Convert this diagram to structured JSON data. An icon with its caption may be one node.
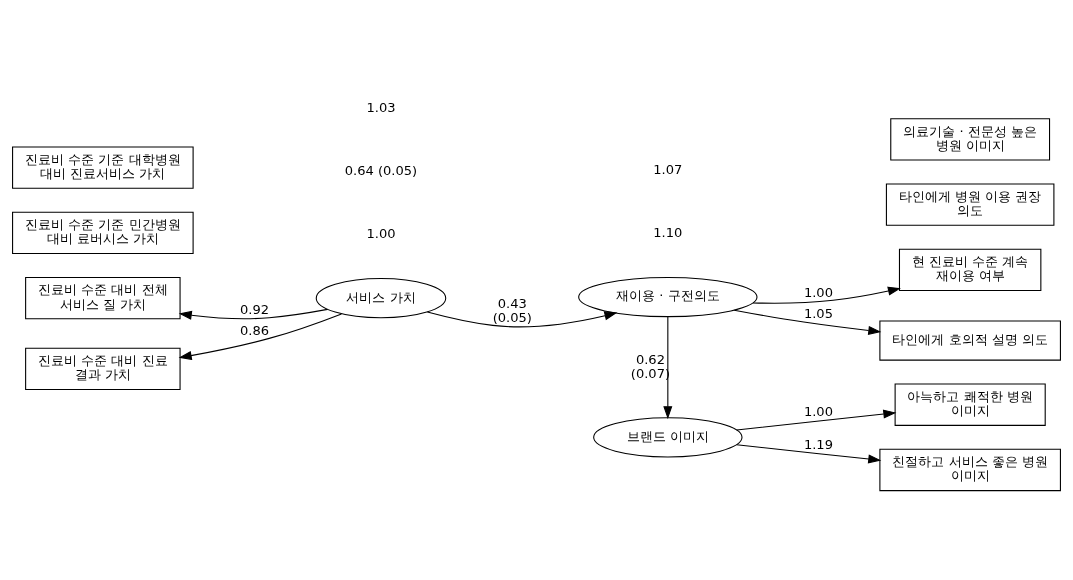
{
  "diagram": {
    "nodes": [
      {
        "text": [
          "진료비 수준 대비 전체 서비스 질 가치"
        ]
      },
      {
        "text": [
          "진료비 수준 대비 진료 결과 가치"
        ]
      },
      {
        "text": [
          "진료비 수준 기준 민간병원 대비 료버시스 가치"
        ]
      },
      {
        "text": [
          "진료비 수준 기준 대학병원 대비 진료서비스 가치"
        ]
      },
      {
        "text": [
          "서비스 가치"
        ]
      },
      {
        "text": [
          "재이용 · 구전의도"
        ]
      },
      {
        "text": [
          "브랜드 이미지"
        ]
      },
      {
        "text": [
          "현 진료비 수준 계속 재이용 여부"
        ]
      },
      {
        "text": [
          "타인에게 호의적 설명 의도"
        ]
      },
      {
        "text": [
          "타인에게 병원 이용 권장 의도"
        ]
      },
      {
        "text": [
          "아늑하고 쾌적한 병원 이미지"
        ]
      },
      {
        "text": [
          "친절하고 서비스 좋은 병원 이미지"
        ]
      },
      {
        "text": [
          "의료기술 · 전문성 높은 병원 이미지"
        ]
      }
    ],
    "edges": [
      {
        "from": 4,
        "to": 0,
        "arrow": "to",
        "label": "0.92"
      },
      {
        "from": 4,
        "to": 1,
        "arrow": "to",
        "label": "0.86"
      },
      {
        "from": 4,
        "to": 5,
        "arrow": "to",
        "label": "0.43 (0.05)"
      },
      {
        "from": 5,
        "to": 7,
        "arrow": "to",
        "label": "1.00"
      },
      {
        "from": 5,
        "to": 8,
        "arrow": "to",
        "label": "1.05"
      },
      {
        "from": 5,
        "to": 6,
        "arrow": "to",
        "label": "0.62 (0.07)"
      },
      {
        "from": 6,
        "to": 10,
        "arrow": "to",
        "label": "1.00"
      },
      {
        "from": 6,
        "to": 11,
        "arrow": "to",
        "label": "1.19"
      }
    ],
    "labels": [
      "1.10",
      "1.00",
      "0.64 (0.05)",
      "1.03",
      "1.07"
    ]
  }
}
